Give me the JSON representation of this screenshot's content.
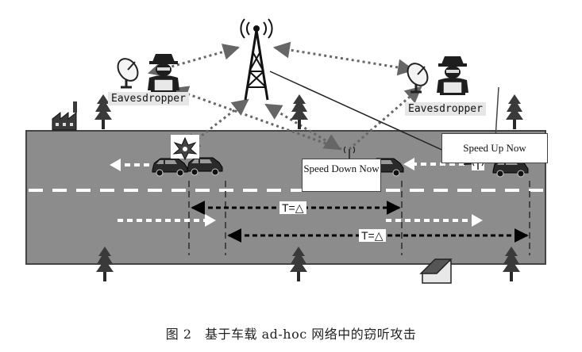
{
  "labels": {
    "eavesdropper_left": "Eavesdropper",
    "eavesdropper_right": "Eavesdropper",
    "speed_up": "Speed Up Now",
    "speed_down": "Speed Down Now",
    "interval_1": "T=△",
    "interval_2": "T=△"
  },
  "caption": "图 2　基于车载 ad-hoc 网络中的窃听攻击",
  "colors": {
    "road": "#8c8c8c",
    "lane_marking": "#ffffff",
    "link_dashes": "#555555",
    "car": "#2a2a2a"
  },
  "icons": [
    "tower-icon",
    "satellite-dish-icon",
    "hacker-icon",
    "tree-icon",
    "factory-icon",
    "house-icon",
    "car-icon",
    "collision-icon"
  ]
}
